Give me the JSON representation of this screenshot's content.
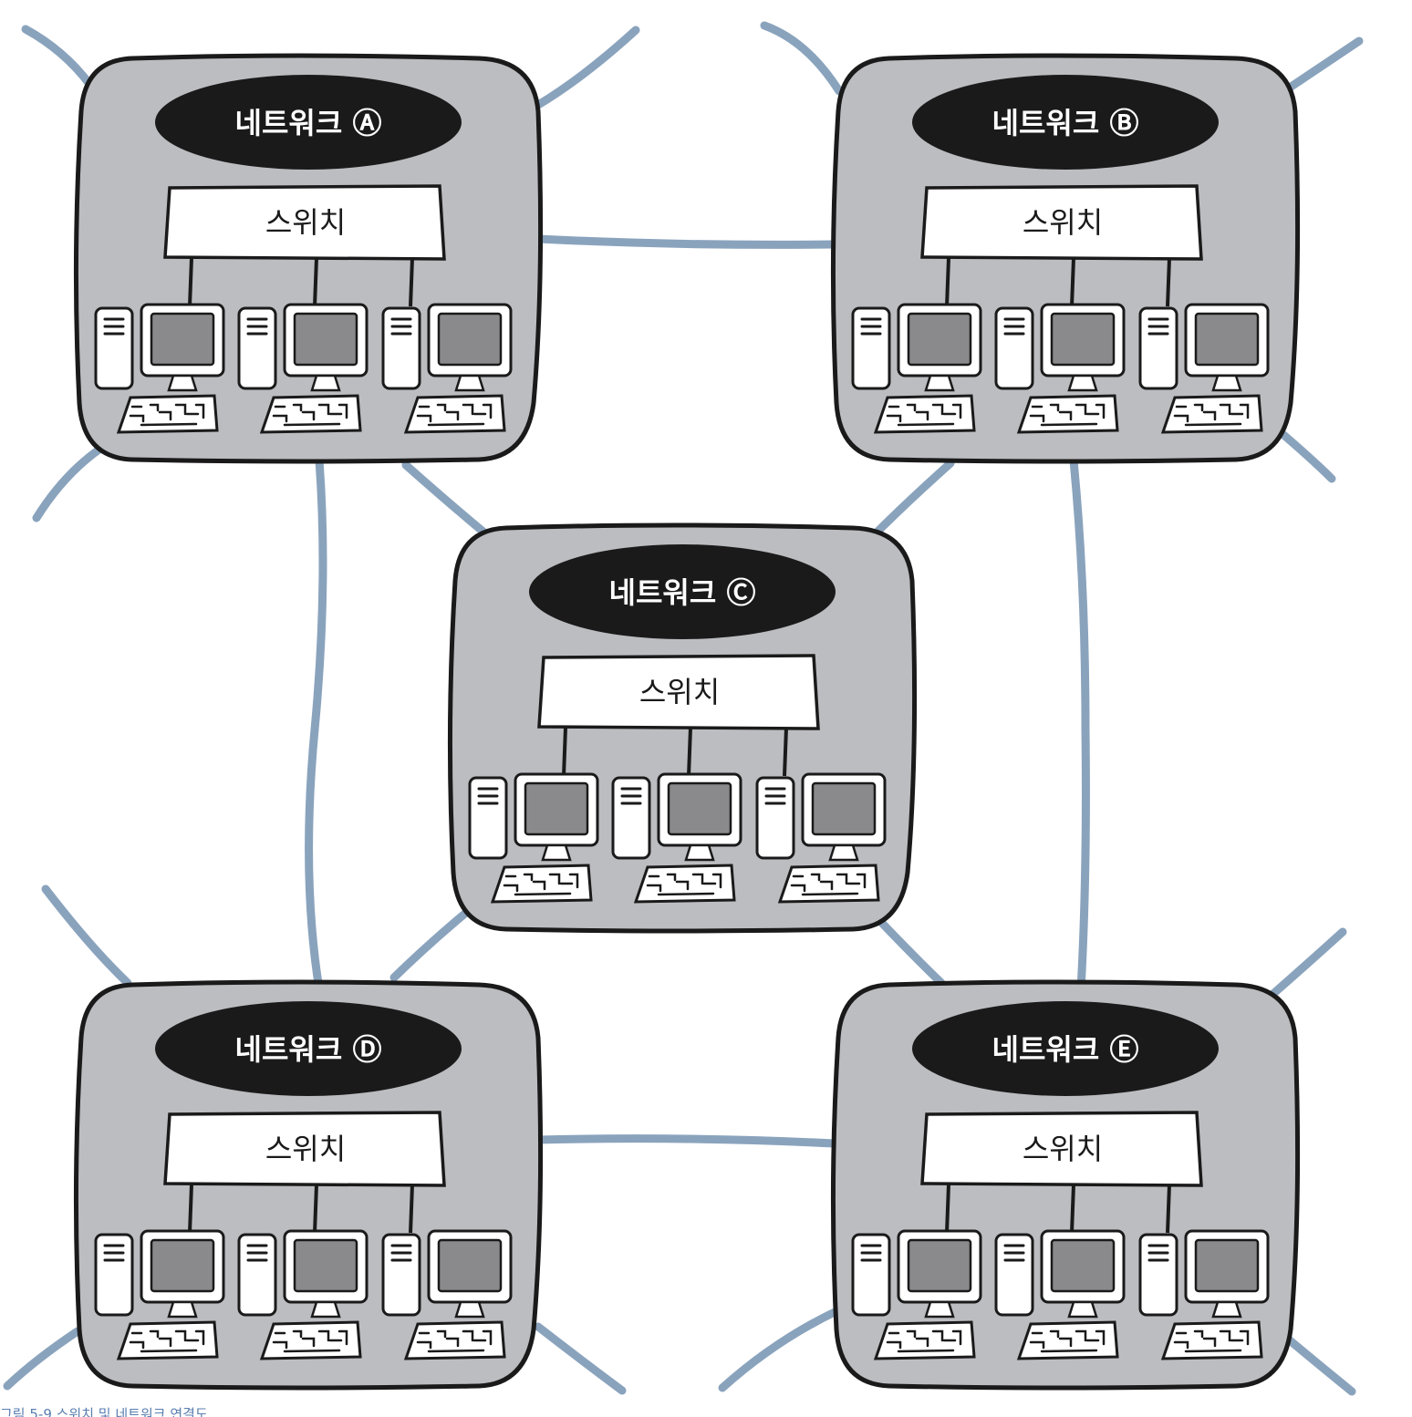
{
  "networks": [
    {
      "id": "A",
      "title": "네트워크 Ⓐ",
      "switch_label": "스위치"
    },
    {
      "id": "B",
      "title": "네트워크 Ⓑ",
      "switch_label": "스위치"
    },
    {
      "id": "C",
      "title": "네트워크 Ⓒ",
      "switch_label": "스위치"
    },
    {
      "id": "D",
      "title": "네트워크 Ⓓ",
      "switch_label": "스위치"
    },
    {
      "id": "E",
      "title": "네트워크 Ⓔ",
      "switch_label": "스위치"
    }
  ],
  "connections": [
    [
      "A",
      "B"
    ],
    [
      "A",
      "C"
    ],
    [
      "A",
      "D"
    ],
    [
      "B",
      "C"
    ],
    [
      "B",
      "E"
    ],
    [
      "C",
      "D"
    ],
    [
      "C",
      "E"
    ],
    [
      "D",
      "E"
    ]
  ],
  "computers_per_network": 3,
  "colors": {
    "link": "#8aa3bd",
    "box": "#bcbdc1",
    "title_bg": "#1a1a1a",
    "screen": "#8a8a8c"
  }
}
